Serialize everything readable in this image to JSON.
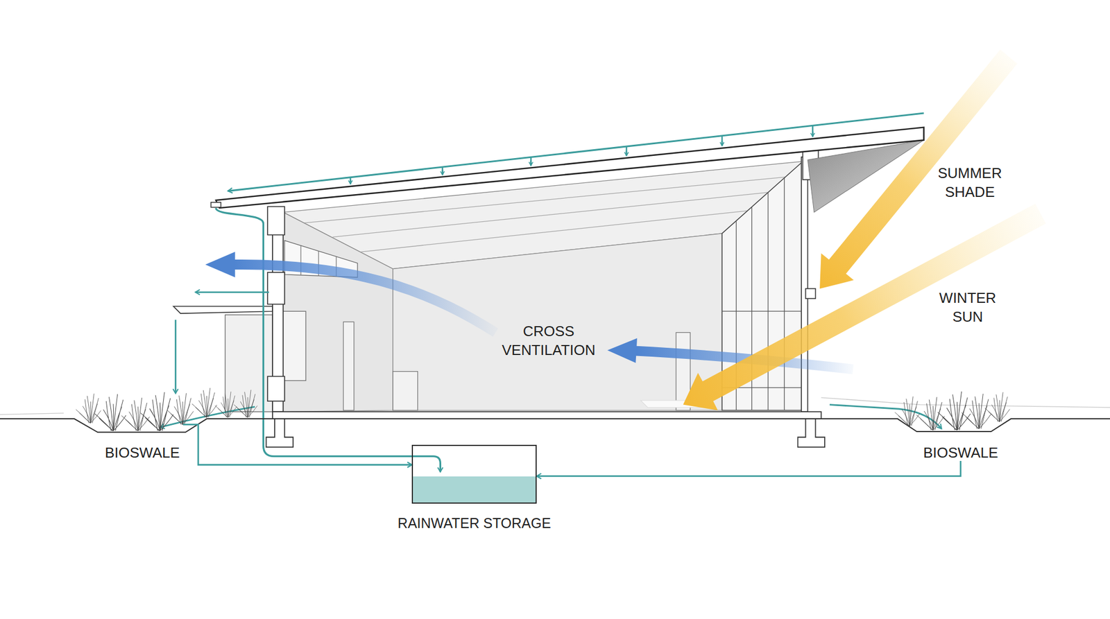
{
  "diagram": {
    "nodes": [
      {
        "text": [
          "BIOSWALE"
        ]
      },
      {
        "text": [
          "RAINWATER STORAGE"
        ]
      },
      {
        "text": [
          "BIOSWALE"
        ]
      }
    ],
    "edges": [
      {
        "from": 0,
        "to": 1,
        "arrow": "to"
      },
      {
        "from": 2,
        "to": 1,
        "arrow": "to"
      }
    ],
    "labels": [
      "SUMMER SHADE",
      "WINTER SUN",
      "CROSS VENTILATION"
    ]
  }
}
